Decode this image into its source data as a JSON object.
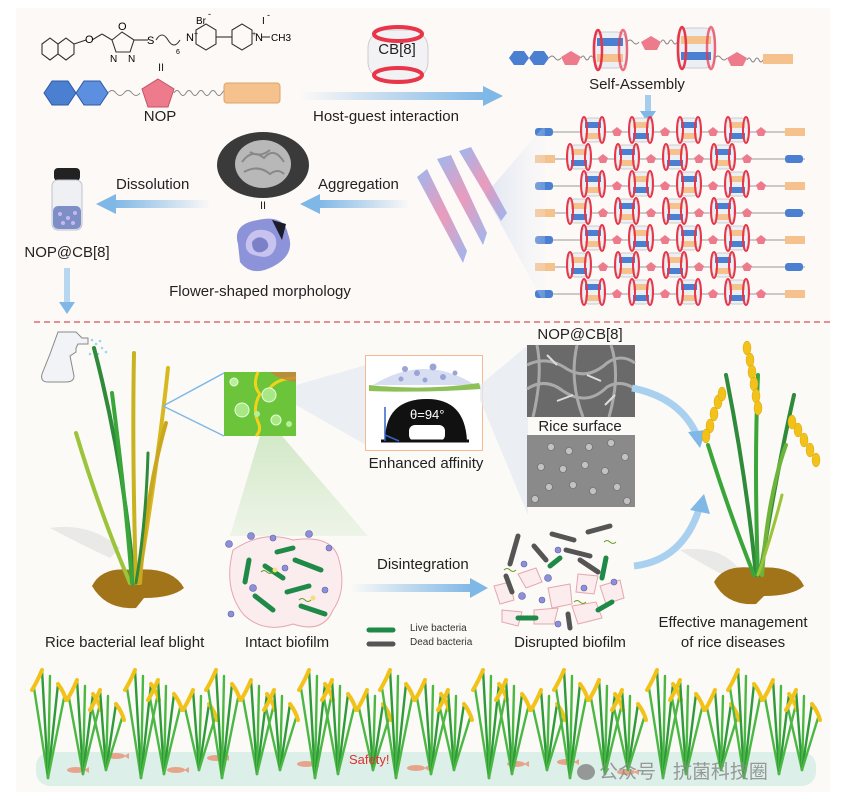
{
  "colors": {
    "blue_unit": "#4a7fd1",
    "pink_unit": "#ee7b8c",
    "orange_unit": "#f5c18c",
    "cb8_ring": "#e8354a",
    "arrow": "#7fb7e6",
    "divider": "#e06a72",
    "leaf_green": "#3aa63a",
    "soil": "#a27419",
    "safety": "#e03030"
  },
  "molecule": {
    "atoms": [
      "O",
      "O",
      "N",
      "N",
      "S",
      "Br",
      "N",
      "I",
      "N",
      "CH3"
    ],
    "charges": [
      "-",
      "+",
      "-",
      "+"
    ],
    "subscript": "6",
    "equals": "II"
  },
  "labels": {
    "nop": "NOP",
    "cb8": "CB[8]",
    "host_guest": "Host-guest interaction",
    "self_assembly": "Self-Assembly",
    "aggregation": "Aggregation",
    "dissolution": "Dissolution",
    "nop_cb8": "NOP@CB[8]",
    "flower_eq": "II",
    "flower_morphology": "Flower-shaped morphology",
    "enhanced_affinity": "Enhanced affinity",
    "contact_angle": "θ=94°",
    "sem_nop_cb8": "NOP@CB[8]",
    "rice_surface": "Rice surface",
    "leaf_blight": "Rice bacterial leaf blight",
    "intact_biofilm": "Intact biofilm",
    "disintegration": "Disintegration",
    "live_bacteria": "Live bacteria",
    "dead_bacteria": "Dead bacteria",
    "disrupted_biofilm": "Disrupted biofilm",
    "effective_line1": "Effective management",
    "effective_line2": "of rice diseases",
    "safety": "Safety!"
  },
  "watermark": {
    "icon": "wechat-icon",
    "text": "公众号 · 抗菌科技圈"
  }
}
